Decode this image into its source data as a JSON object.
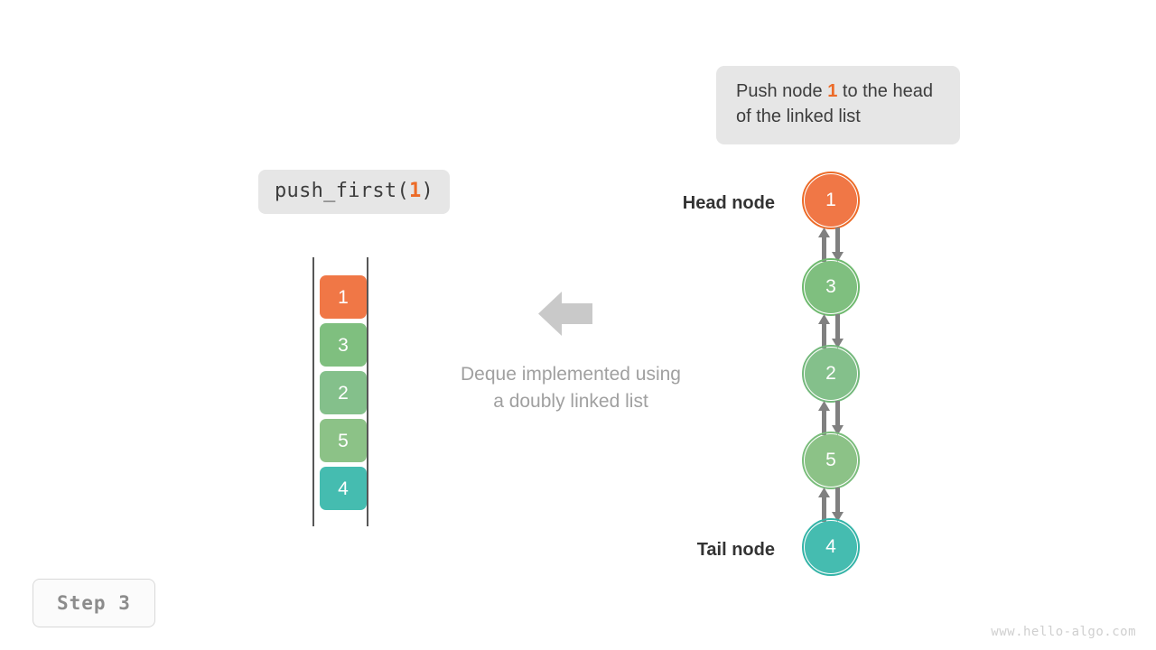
{
  "callout": {
    "text_before": "Push node ",
    "highlight": "1",
    "text_after": " to the head of the linked list"
  },
  "operation": {
    "name_before": "push_first(",
    "argument": "1",
    "name_after": ")"
  },
  "deque": {
    "items": [
      {
        "value": "1",
        "color": "#f07746"
      },
      {
        "value": "3",
        "color": "#7fbf7f"
      },
      {
        "value": "2",
        "color": "#84c08b"
      },
      {
        "value": "5",
        "color": "#8cc287"
      },
      {
        "value": "4",
        "color": "#45bcb0"
      }
    ],
    "rail_color": "#575757"
  },
  "center": {
    "arrow_direction": "left",
    "arrow_color": "#c9c9c9",
    "caption_line1": "Deque implemented using",
    "caption_line2": "a doubly linked list"
  },
  "linked_list": {
    "head_label": "Head node",
    "tail_label": "Tail node",
    "arrow_color": "#808080",
    "nodes": [
      {
        "value": "1",
        "color": "#f07746",
        "ring": "#ec6b28"
      },
      {
        "value": "3",
        "color": "#7fbf7f",
        "ring": "#6eb96e"
      },
      {
        "value": "2",
        "color": "#84c08b",
        "ring": "#73b87b"
      },
      {
        "value": "5",
        "color": "#8cc287",
        "ring": "#7abd7b"
      },
      {
        "value": "4",
        "color": "#45bcb0",
        "ring": "#33b3a7"
      }
    ]
  },
  "step_badge": {
    "label": "Step 3"
  },
  "watermark": {
    "text": "www.hello-algo.com"
  },
  "theme": {
    "accent_orange": "#ec6b28",
    "green": "#7fbf7f",
    "teal": "#45bcb0",
    "box_gray": "#e6e6e6",
    "text_dark": "#3d3d3d",
    "text_muted": "#a0a0a0"
  }
}
